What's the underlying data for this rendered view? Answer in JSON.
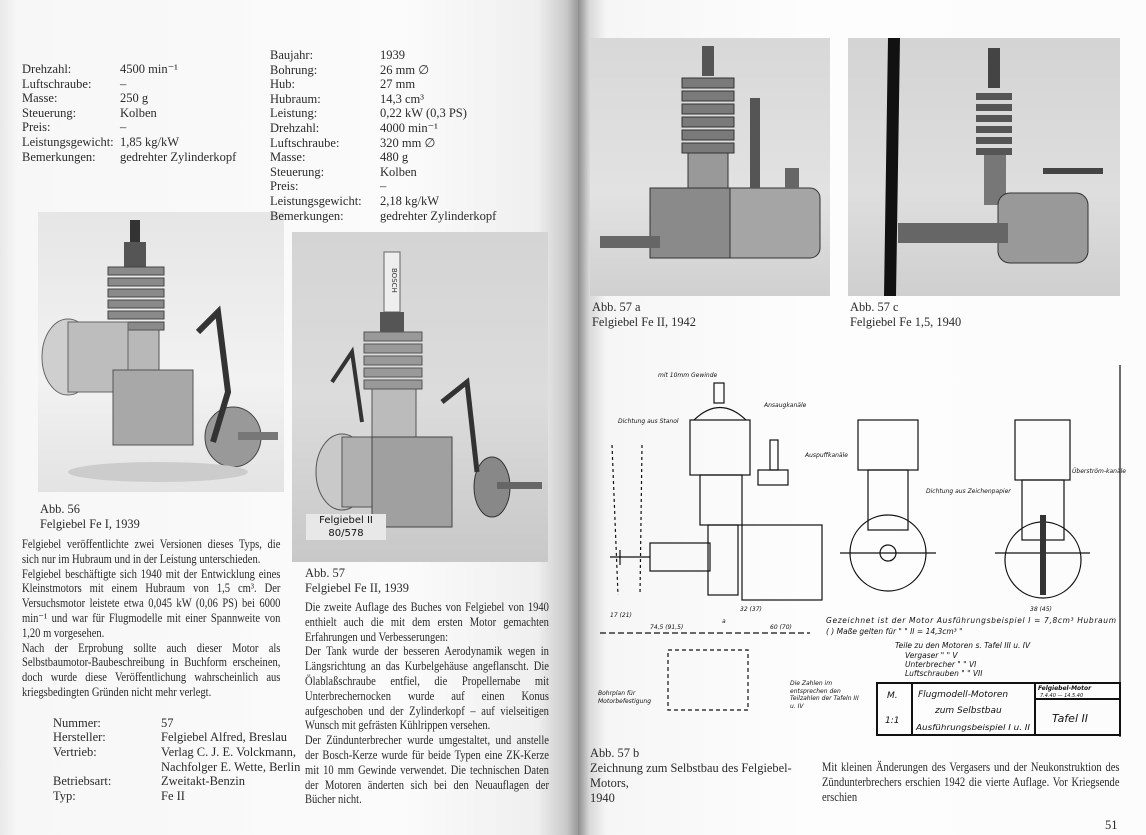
{
  "left_page": {
    "specs_top": [
      {
        "k": "Drehzahl:",
        "v": "4500 min⁻¹"
      },
      {
        "k": "Luftschraube:",
        "v": "–"
      },
      {
        "k": "Masse:",
        "v": "250 g"
      },
      {
        "k": "Steuerung:",
        "v": "Kolben"
      },
      {
        "k": "Preis:",
        "v": "–"
      },
      {
        "k": "Leistungsgewicht:",
        "v": "1,85 kg/kW"
      },
      {
        "k": "Bemerkungen:",
        "v": "gedrehter Zylinderkopf"
      }
    ],
    "caption_56": {
      "line1": "Abb. 56",
      "line2": "Felgiebel Fe I, 1939"
    },
    "paragraphs": [
      "Felgiebel veröffentlichte zwei Versionen dieses Typs, die sich nur im Hubraum und in der Leistung unterschieden.",
      "Felgiebel beschäftigte sich 1940 mit der Entwicklung eines Kleinstmotors mit einem Hubraum von 1,5 cm³. Der Versuchsmotor leistete etwa 0,045 kW (0,06 PS) bei 6000 min⁻¹ und war für Flugmodelle mit einer Spannweite von 1,20 m vorgesehen.",
      "Nach der Erprobung sollte auch dieser Motor als Selbstbaumotor-Baubeschreibung in Buchform erscheinen, doch wurde diese Veröffentlichung wahrscheinlich aus kriegsbedingten Gründen nicht mehr verlegt."
    ],
    "specs_bottom": [
      {
        "k": "Nummer:",
        "v": "57"
      },
      {
        "k": "Hersteller:",
        "v": "Felgiebel Alfred, Breslau"
      },
      {
        "k": "Vertrieb:",
        "v": "Verlag C. J. E. Volckmann,"
      },
      {
        "k": "",
        "v": "Nachfolger E. Wette, Berlin"
      },
      {
        "k": "Betriebsart:",
        "v": "Zweitakt-Benzin"
      },
      {
        "k": "Typ:",
        "v": "Fe II"
      }
    ],
    "specs_mid": [
      {
        "k": "Baujahr:",
        "v": "1939"
      },
      {
        "k": "Bohrung:",
        "v": "26 mm ∅"
      },
      {
        "k": "Hub:",
        "v": "27 mm"
      },
      {
        "k": "Hubraum:",
        "v": "14,3 cm³"
      },
      {
        "k": "Leistung:",
        "v": "0,22 kW (0,3 PS)"
      },
      {
        "k": "Drehzahl:",
        "v": "4000 min⁻¹"
      },
      {
        "k": "Luftschraube:",
        "v": "320 mm ∅"
      },
      {
        "k": "Masse:",
        "v": "480 g"
      },
      {
        "k": "Steuerung:",
        "v": "Kolben"
      },
      {
        "k": "Preis:",
        "v": "–"
      },
      {
        "k": "Leistungsgewicht:",
        "v": "2,18 kg/kW"
      },
      {
        "k": "Bemerkungen:",
        "v": "gedrehter Zylinderkopf"
      }
    ],
    "photo_57_label": {
      "line1": "Felgiebel II",
      "line2": "80/578",
      "plug": "BOSCH"
    },
    "caption_57": {
      "line1": "Abb. 57",
      "line2": "Felgiebel Fe II, 1939"
    },
    "mid_paragraphs": [
      "Die zweite Auflage des Buches von Felgiebel von 1940 enthielt auch die mit dem ersten Motor gemachten Erfahrungen und Verbesserungen:",
      "Der Tank wurde der besseren Aerodynamik wegen in Längsrichtung an das Kurbelgehäuse angeflanscht. Die Ölablaßschraube entfiel, die Propellernabe mit Unterbrechernocken wurde auf einen Konus aufgeschoben und der Zylinderkopf – auf vielseitigen Wunsch mit gefrästen Kühlrippen versehen.",
      "Der Zündunterbrecher wurde umgestaltet, und anstelle der Bosch-Kerze wurde für beide Typen eine ZK-Kerze mit 10 mm Gewinde verwendet. Die technischen Daten der Motoren änderten sich bei den Neuauflagen der Bücher nicht."
    ]
  },
  "right_page": {
    "caption_57a": {
      "line1": "Abb. 57 a",
      "line2": "Felgiebel Fe II, 1942"
    },
    "caption_57c": {
      "line1": "Abb. 57 c",
      "line2": "Felgiebel Fe 1,5, 1940"
    },
    "drawing": {
      "labels": {
        "gewinde": "mit 10mm Gewinde",
        "dichtung_stanol": "Dichtung aus Stanol",
        "ansaug": "Ansaugkanäle",
        "auspuff": "Auspuffkanäle",
        "dichtung_papier": "Dichtung aus Zeichenpapier",
        "ueberstroem": "Überström-kanäle",
        "bohrplan": "Bohrplan für Motorbefestigung",
        "zahlen": "Die Zahlen im entsprechen den Teilzahlen der Tafeln III u. IV",
        "dim_745": "74,5 (91,5)",
        "dim_60": "60 (70)",
        "dim_32": "32 (37)",
        "dim_17": "17 (21)",
        "dim_a": "a",
        "dim_38": "38 (45)"
      },
      "note1": "Gezeichnet ist der Motor Ausführungsbeispiel I = 7,8cm³ Hubraum",
      "note2": "( ) Maße gelten für  \"  \"  II = 14,3cm³  \"",
      "parts_title": "Teile zu den Motoren s. Tafel III u. IV",
      "parts": [
        "Vergaser  \"  \"  V",
        "Unterbrecher  \"  \"  VI",
        "Luftschrauben  \"  \"  VII"
      ],
      "title_block": {
        "scale_label": "M.",
        "scale": "1:1",
        "title1": "Flugmodell-Motoren",
        "title2": "zum Selbstbau",
        "title3": "Ausführungsbeispiel I u. II",
        "maker": "Felgiebel-Motor",
        "dates": "7.4.40 — 14.5.40",
        "sheet": "Tafel II"
      }
    },
    "caption_57b": {
      "line1": "Abb. 57 b",
      "line2": "Zeichnung zum Selbstbau des Felgiebel-Motors,",
      "line3": "1940"
    },
    "paragraph": "Mit kleinen Änderungen des Vergasers und der Neukonstruktion des Zündunterbrechers erschien 1942 die vierte Auflage. Vor Kriegsende erschien",
    "page_number": "51"
  }
}
